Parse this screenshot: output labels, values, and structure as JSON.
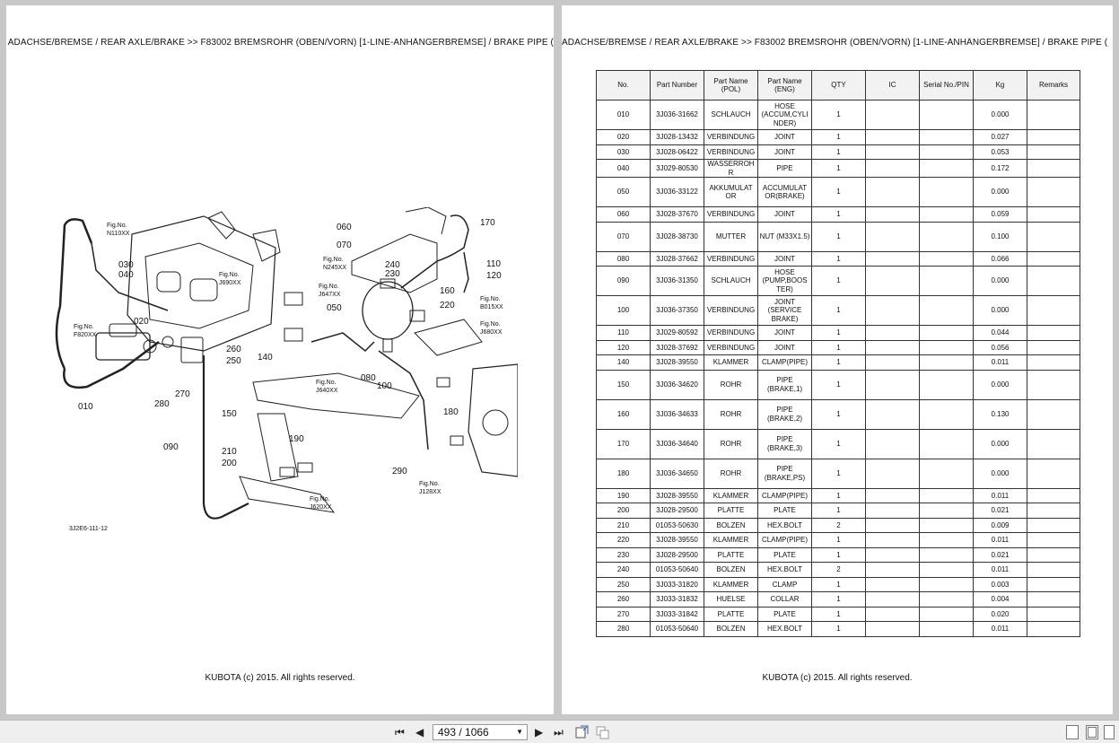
{
  "header_text": "ADACHSE/BREMSE / REAR AXLE/BRAKE >> F83002   BREMSROHR (OBEN/VORN) [1-LINE-ANHÄNGERBREMSE] / BRAKE PIPE (",
  "header_text_right": "ADACHSE/BREMSE / REAR AXLE/BRAKE >> F83002   BREMSROHR (OBEN/VORN) [1-LINE-ANHÄNGERBREMSE] / BRAKE PIPE (",
  "copyright": "KUBOTA (c) 2015. All rights reserved.",
  "diagram": {
    "code": "3J2E6-111-12",
    "callouts": [
      "010",
      "020",
      "030",
      "040",
      "050",
      "060",
      "070",
      "080",
      "090",
      "100",
      "110",
      "120",
      "140",
      "150",
      "160",
      "170",
      "180",
      "190",
      "200",
      "210",
      "220",
      "230",
      "240",
      "250",
      "260",
      "270",
      "280",
      "290"
    ],
    "fig_refs": {
      "n110": [
        "Fig.No.",
        "N110XX"
      ],
      "f820": [
        "Fig.No.",
        "F820XX"
      ],
      "j690": [
        "Fig.No.",
        "J690XX"
      ],
      "n245": [
        "Fig.No.",
        "N245XX"
      ],
      "j647": [
        "Fig.No.",
        "J647XX"
      ],
      "b015": [
        "Fig.No.",
        "B015XX"
      ],
      "j680": [
        "Fig.No.",
        "J680XX"
      ],
      "j640": [
        "Fig.No.",
        "J640XX"
      ],
      "j620": [
        "Fig.No.",
        "J620XX"
      ],
      "j128": [
        "Fig.No.",
        "J128XX"
      ]
    }
  },
  "table": {
    "headers": [
      "No.",
      "Part Number",
      "Part Name (POL)",
      "Part Name (ENG)",
      "QTY",
      "IC",
      "Serial No./PIN",
      "Kg",
      "Remarks"
    ],
    "rows": [
      [
        "010",
        "3J036-31662",
        "SCHLAUCH",
        "HOSE (ACCUM,CYLI NDER)",
        "1",
        "",
        "",
        "0.000",
        ""
      ],
      [
        "020",
        "3J028-13432",
        "VERBINDUNG",
        "JOINT",
        "1",
        "",
        "",
        "0.027",
        ""
      ],
      [
        "030",
        "3J028-06422",
        "VERBINDUNG",
        "JOINT",
        "1",
        "",
        "",
        "0.053",
        ""
      ],
      [
        "040",
        "3J029-80530",
        "WASSERROH R",
        "PIPE",
        "1",
        "",
        "",
        "0.172",
        ""
      ],
      [
        "050",
        "3J036-33122",
        "AKKUMULAT OR",
        "ACCUMULAT OR(BRAKE)",
        "1",
        "",
        "",
        "0.000",
        ""
      ],
      [
        "060",
        "3J028-37670",
        "VERBINDUNG",
        "JOINT",
        "1",
        "",
        "",
        "0.059",
        ""
      ],
      [
        "070",
        "3J028-38730",
        "MUTTER",
        "NUT (M33X1.5)",
        "1",
        "",
        "",
        "0.100",
        ""
      ],
      [
        "080",
        "3J028-37662",
        "VERBINDUNG",
        "JOINT",
        "1",
        "",
        "",
        "0.066",
        ""
      ],
      [
        "090",
        "3J036-31350",
        "SCHLAUCH",
        "HOSE (PUMP,BOOS TER)",
        "1",
        "",
        "",
        "0.000",
        ""
      ],
      [
        "100",
        "3J036-37350",
        "VERBINDUNG",
        "JOINT (SERVICE BRAKE)",
        "1",
        "",
        "",
        "0.000",
        ""
      ],
      [
        "110",
        "3J029-80592",
        "VERBINDUNG",
        "JOINT",
        "1",
        "",
        "",
        "0.044",
        ""
      ],
      [
        "120",
        "3J028-37692",
        "VERBINDUNG",
        "JOINT",
        "1",
        "",
        "",
        "0.056",
        ""
      ],
      [
        "140",
        "3J028-39550",
        "KLAMMER",
        "CLAMP(PIPE)",
        "1",
        "",
        "",
        "0.011",
        ""
      ],
      [
        "150",
        "3J036-34620",
        "ROHR",
        "PIPE (BRAKE,1)",
        "1",
        "",
        "",
        "0.000",
        ""
      ],
      [
        "160",
        "3J036-34633",
        "ROHR",
        "PIPE (BRAKE,2)",
        "1",
        "",
        "",
        "0.130",
        ""
      ],
      [
        "170",
        "3J036-34640",
        "ROHR",
        "PIPE (BRAKE,3)",
        "1",
        "",
        "",
        "0.000",
        ""
      ],
      [
        "180",
        "3J036-34650",
        "ROHR",
        "PIPE (BRAKE,PS)",
        "1",
        "",
        "",
        "0.000",
        ""
      ],
      [
        "190",
        "3J028-39550",
        "KLAMMER",
        "CLAMP(PIPE)",
        "1",
        "",
        "",
        "0.011",
        ""
      ],
      [
        "200",
        "3J028-29500",
        "PLATTE",
        "PLATE",
        "1",
        "",
        "",
        "0.021",
        ""
      ],
      [
        "210",
        "01053-50630",
        "BOLZEN",
        "HEX.BOLT",
        "2",
        "",
        "",
        "0.009",
        ""
      ],
      [
        "220",
        "3J028-39550",
        "KLAMMER",
        "CLAMP(PIPE)",
        "1",
        "",
        "",
        "0.011",
        ""
      ],
      [
        "230",
        "3J028-29500",
        "PLATTE",
        "PLATE",
        "1",
        "",
        "",
        "0.021",
        ""
      ],
      [
        "240",
        "01053-50640",
        "BOLZEN",
        "HEX.BOLT",
        "2",
        "",
        "",
        "0.011",
        ""
      ],
      [
        "250",
        "3J033-31820",
        "KLAMMER",
        "CLAMP",
        "1",
        "",
        "",
        "0.003",
        ""
      ],
      [
        "260",
        "3J033-31832",
        "HUELSE",
        "COLLAR",
        "1",
        "",
        "",
        "0.004",
        ""
      ],
      [
        "270",
        "3J033-31842",
        "PLATTE",
        "PLATE",
        "1",
        "",
        "",
        "0.020",
        ""
      ],
      [
        "280",
        "01053-50640",
        "BOLZEN",
        "HEX.BOLT",
        "1",
        "",
        "",
        "0.011",
        ""
      ]
    ]
  },
  "nav": {
    "page_indicator": "493 / 1066",
    "first_icon": "first-page-icon",
    "prev_icon": "prev-page-icon",
    "next_icon": "next-page-icon",
    "last_icon": "last-page-icon"
  }
}
